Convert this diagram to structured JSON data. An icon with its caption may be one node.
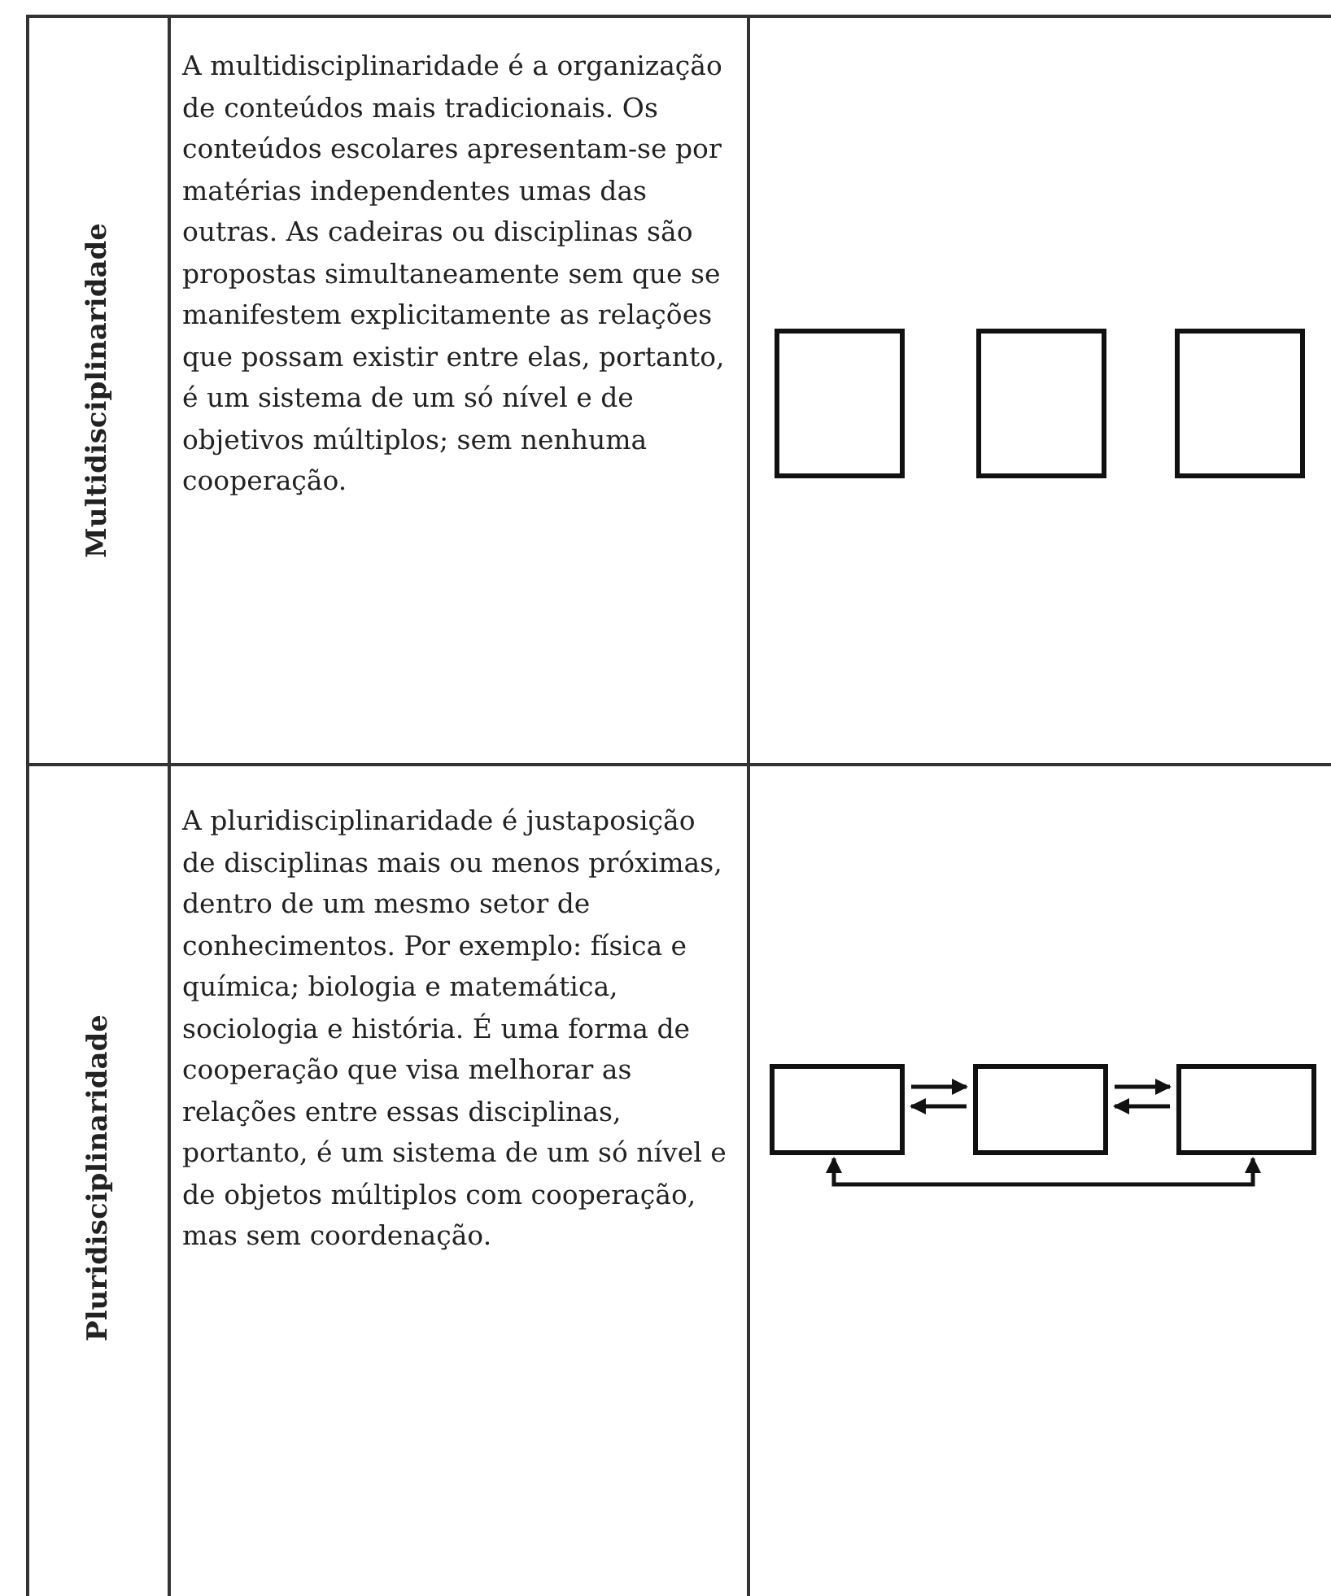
{
  "diagram": {
    "nodes": [
      {
        "text": [],
        "shape": "box"
      },
      {
        "text": [],
        "shape": "box"
      },
      {
        "text": [],
        "shape": "box"
      },
      {
        "text": [],
        "shape": "box"
      },
      {
        "text": [],
        "shape": "box"
      },
      {
        "text": [],
        "shape": "box"
      }
    ],
    "edges": [
      {
        "from": 3,
        "to": 4,
        "arrow": "to"
      },
      {
        "from": 4,
        "to": 3,
        "arrow": "to"
      },
      {
        "from": 4,
        "to": 5,
        "arrow": "to"
      },
      {
        "from": 5,
        "to": 4,
        "arrow": "to"
      },
      {
        "from": 3,
        "to": 5,
        "arrow": "both"
      }
    ],
    "labels": [
      "Multidisciplinaridade",
      "A multidisciplinaridade é a organização de conteúdos mais tradicionais. Os conteúdos escolares apresentam-se por matérias independentes umas das outras. As cadeiras ou disciplinas são propostas simultaneamente sem que se manifestem explicitamente as relações que possam existir entre elas, portanto, é um sistema de um só nível e de objetivos múltiplos; sem nenhuma cooperação.",
      "Pluridisciplinaridade",
      "A pluridisciplinaridade é justaposição de disciplinas mais ou menos próximas, dentro de um mesmo setor de conhecimentos. Por exemplo: física e química; biologia e matemática, sociologia e história. É uma forma de cooperação que visa melhorar as relações entre essas disciplinas, portanto, é um sistema de um só nível e de objetos múltiplos com cooperação, mas sem coordenação."
    ]
  }
}
